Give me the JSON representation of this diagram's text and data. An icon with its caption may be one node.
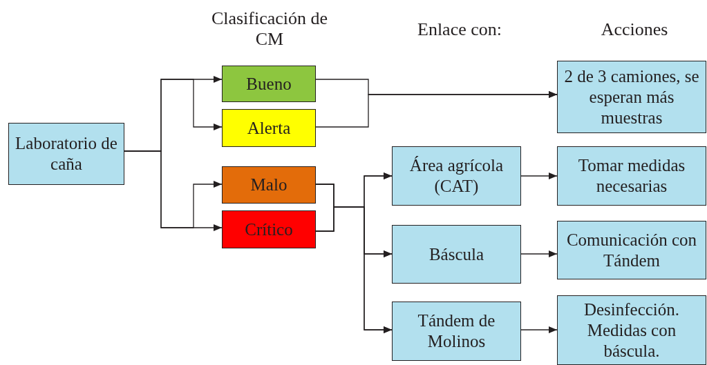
{
  "diagram": {
    "nodes": [
      {
        "text": [
          "Laboratorio de caña"
        ]
      },
      {
        "text": [
          "Bueno"
        ]
      },
      {
        "text": [
          "Alerta"
        ]
      },
      {
        "text": [
          "Malo"
        ]
      },
      {
        "text": [
          "Crítico"
        ]
      },
      {
        "text": [
          "2 de 3 camiones, se esperan más muestras"
        ]
      },
      {
        "text": [
          "Área agrícola (CAT)"
        ]
      },
      {
        "text": [
          "Báscula"
        ]
      },
      {
        "text": [
          "Tándem de Molinos"
        ]
      },
      {
        "text": [
          "Tomar medidas necesarias"
        ]
      },
      {
        "text": [
          "Comunicación con Tándem"
        ]
      },
      {
        "text": [
          "Desinfección. Medidas con báscula."
        ]
      }
    ],
    "edges": [
      {
        "from": 0,
        "to": 1,
        "arrow": "to"
      },
      {
        "from": 0,
        "to": 2,
        "arrow": "to"
      },
      {
        "from": 0,
        "to": 3,
        "arrow": "to"
      },
      {
        "from": 0,
        "to": 4,
        "arrow": "to"
      },
      {
        "from": 1,
        "to": 5,
        "arrow": "to"
      },
      {
        "from": 2,
        "to": 5,
        "arrow": "to"
      },
      {
        "from": 3,
        "to": 6,
        "arrow": "to"
      },
      {
        "from": 3,
        "to": 7,
        "arrow": "to"
      },
      {
        "from": 3,
        "to": 8,
        "arrow": "to"
      },
      {
        "from": 4,
        "to": 6,
        "arrow": "to"
      },
      {
        "from": 4,
        "to": 7,
        "arrow": "to"
      },
      {
        "from": 4,
        "to": 8,
        "arrow": "to"
      },
      {
        "from": 6,
        "to": 9,
        "arrow": "to"
      },
      {
        "from": 7,
        "to": 10,
        "arrow": "to"
      },
      {
        "from": 8,
        "to": 11,
        "arrow": "to"
      }
    ],
    "labels": [
      "Clasificación de CM",
      "Enlace con:",
      "Acciones"
    ]
  }
}
